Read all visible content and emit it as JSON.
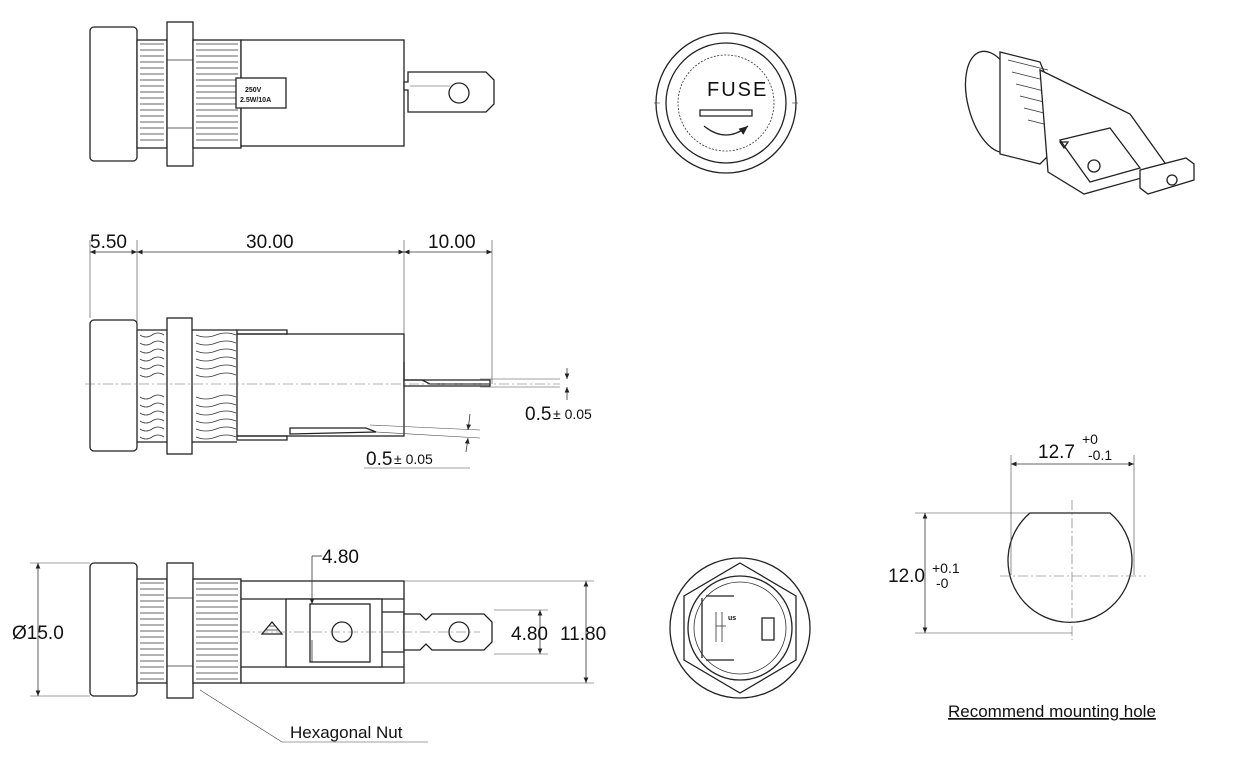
{
  "fuse_cap_text": "FUSE",
  "rating": {
    "voltage": "250V",
    "power_current": "2.5W/10A"
  },
  "dimensions": {
    "a": "5.50",
    "b": "30.00",
    "c": "10.00",
    "tol_value": "0.5",
    "tol_pm": "± 0.05",
    "d_body": "Ø15.0",
    "w_terminal": "4.80",
    "w_terminal2": "4.80",
    "h_body": "11.80",
    "hole_w": "12.7",
    "hole_w_plus": "+0",
    "hole_w_minus": "-0.1",
    "hole_h": "12.0",
    "hole_h_plus": "+0.1",
    "hole_h_minus": "-0"
  },
  "labels": {
    "nut": "Hexagonal Nut",
    "hole": "Recommend mounting hole"
  }
}
